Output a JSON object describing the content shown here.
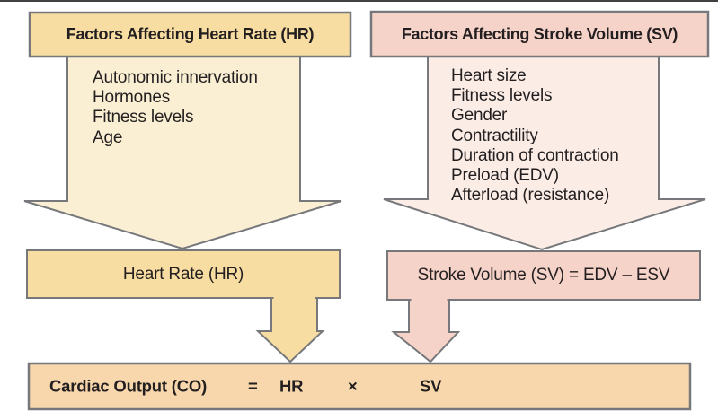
{
  "colors": {
    "background": "#FFFFFF",
    "edge": "#414141",
    "outline": "#77787B",
    "text": "#231F20",
    "hr_box": "#F7DDA1",
    "hr_arrow": "#FAEFD3",
    "sv_box": "#F5D3C8",
    "sv_arrow": "#FBEDE6",
    "output_box": "#F8D7AC"
  },
  "hr_column": {
    "header": "Factors Affecting Heart Rate (HR)",
    "factors": [
      "Autonomic innervation",
      "Hormones",
      "Fitness levels",
      "Age"
    ],
    "result": "Heart Rate (HR)"
  },
  "sv_column": {
    "header": "Factors Affecting Stroke Volume (SV)",
    "factors": [
      "Heart size",
      "Fitness levels",
      "Gender",
      "Contractility",
      "Duration of contraction",
      "Preload (EDV)",
      "Afterload (resistance)"
    ],
    "result": "Stroke Volume (SV) = EDV – ESV"
  },
  "output": {
    "label": "Cardiac Output (CO)",
    "equals": "=",
    "term_hr": "HR",
    "times": "×",
    "term_sv": "SV"
  }
}
